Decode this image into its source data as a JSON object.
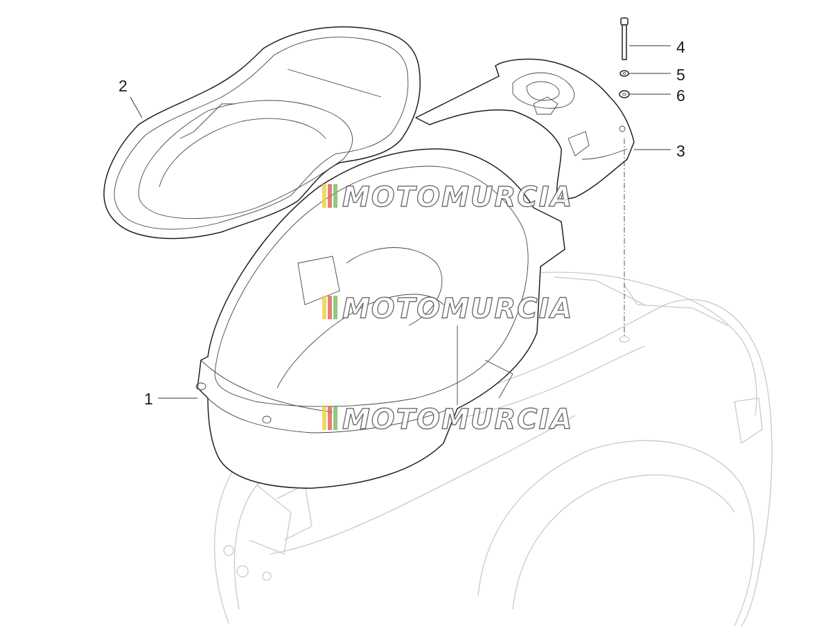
{
  "callouts": [
    {
      "id": "1",
      "label": "1"
    },
    {
      "id": "2",
      "label": "2"
    },
    {
      "id": "3",
      "label": "3"
    },
    {
      "id": "4",
      "label": "4"
    },
    {
      "id": "5",
      "label": "5"
    },
    {
      "id": "6",
      "label": "6"
    }
  ],
  "watermark": {
    "text": "MOTOMURCIA",
    "flag_colors": [
      "#f2d14a",
      "#e26a5a",
      "#7fbf6a"
    ]
  },
  "colors": {
    "line": "#1f1f1f",
    "ghost": "#c9c9c9",
    "background": "#ffffff"
  }
}
